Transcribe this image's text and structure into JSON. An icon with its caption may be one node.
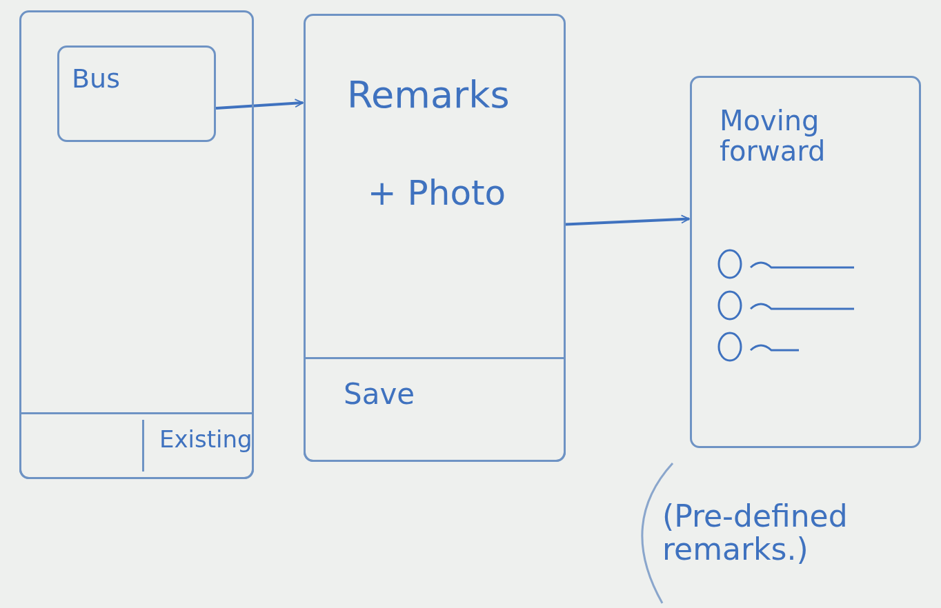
{
  "diagram": {
    "nodes": [
      {
        "text": [],
        "shape": "box"
      },
      {
        "text": [
          "Bus"
        ],
        "in": 0
      },
      {
        "text": [
          "Existing"
        ],
        "in": 0
      },
      {
        "text": [
          "Remarks",
          "+ Photo"
        ]
      },
      {
        "text": [
          "Save"
        ],
        "in": 3
      },
      {
        "text": [
          "Moving forward"
        ]
      }
    ],
    "edges": [
      {
        "from": 1,
        "to": 3,
        "arrow": "to"
      },
      {
        "from": 3,
        "to": 5,
        "arrow": "to"
      }
    ],
    "labels": [
      "(Pre-defined remarks.)"
    ]
  }
}
